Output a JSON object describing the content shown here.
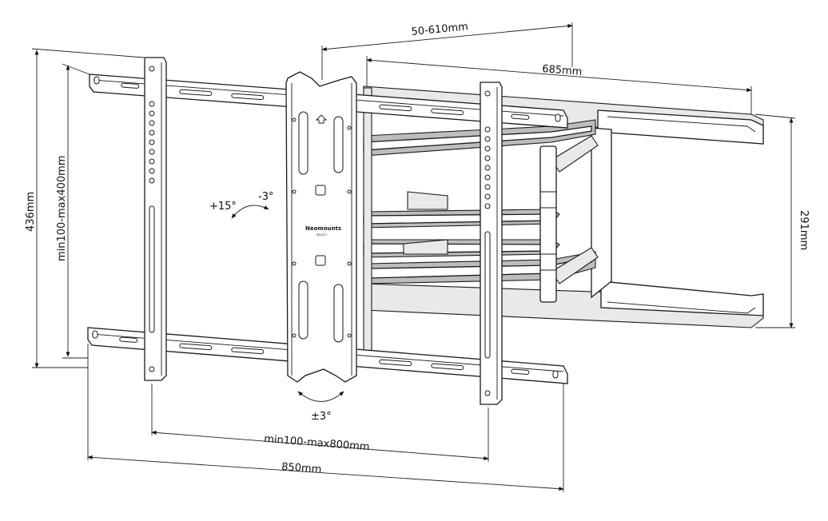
{
  "brand": {
    "name": "Neomounts",
    "sub": "SELECT"
  },
  "dimensions": {
    "vesa_width_range": "50-610mm",
    "arm_width": "685mm",
    "overall_height": "436mm",
    "vesa_height_range": "min100-max400mm",
    "wall_plate_height": "291mm",
    "vesa_horizontal_range": "min100-max800mm",
    "overall_width": "850mm"
  },
  "rotation": {
    "tilt_up": "+15°",
    "tilt_down": "-3°",
    "swivel": "±3°"
  }
}
